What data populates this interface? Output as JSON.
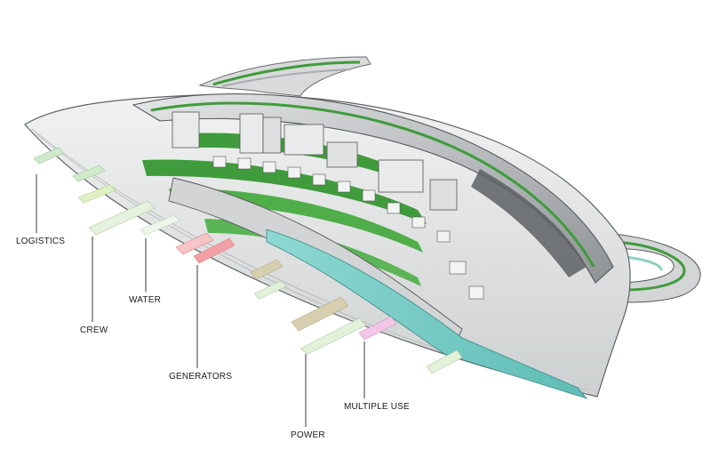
{
  "labels": {
    "logistics": "LOGISTICS",
    "crew": "CREW",
    "water": "WATER",
    "generators": "GENERATORS",
    "multiple_use": "MULTIPLE USE",
    "power": "POWER"
  },
  "colors": {
    "hull": "#e7e8e8",
    "hull_shadow": "#c9cbcc",
    "deck": "#d9dbdc",
    "roof_dark": "#6f7275",
    "grass": "#3f9b3b",
    "water": "#78cfc9",
    "logistics_block": "#cfeacb",
    "crew_block": "#dff0c4",
    "water_block": "#e4f2df",
    "generators_block": "#f2a0a6",
    "power_block": "#d7cfb0",
    "multiple_use_block": "#f2c6e6",
    "leader_line": "#222222"
  }
}
